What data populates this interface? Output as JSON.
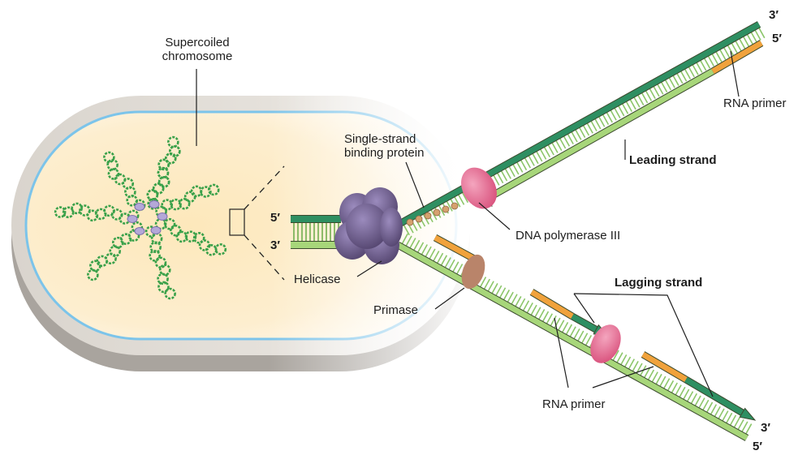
{
  "labels": {
    "chromosome_line1": "Supercoiled",
    "chromosome_line2": "chromosome",
    "ssb_line1": "Single-strand",
    "ssb_line2": "binding protein",
    "helicase": "Helicase",
    "primase": "Primase",
    "dna_pol": "DNA polymerase III",
    "leading_strand": "Leading strand",
    "lagging_strand": "Lagging strand",
    "rna_primer_top": "RNA primer",
    "rna_primer_bottom": "RNA primer"
  },
  "ends": {
    "fork_5": "5′",
    "fork_3": "3′",
    "top_3": "3′",
    "top_5": "5′",
    "bottom_3": "3′",
    "bottom_5": "5′"
  },
  "colors": {
    "leading_dark_green": "#2e8f62",
    "template_light_green": "#a7d67a",
    "rna_primer_orange": "#f0a23c",
    "helicase_purple": "#6b5a8e",
    "polymerase_pink": "#e9779a",
    "primase_tan": "#b9846a",
    "cell_cytoplasm": "#fde3b0",
    "cell_membrane": "#7cc4ea",
    "chromosome_green": "#3aa14a"
  }
}
